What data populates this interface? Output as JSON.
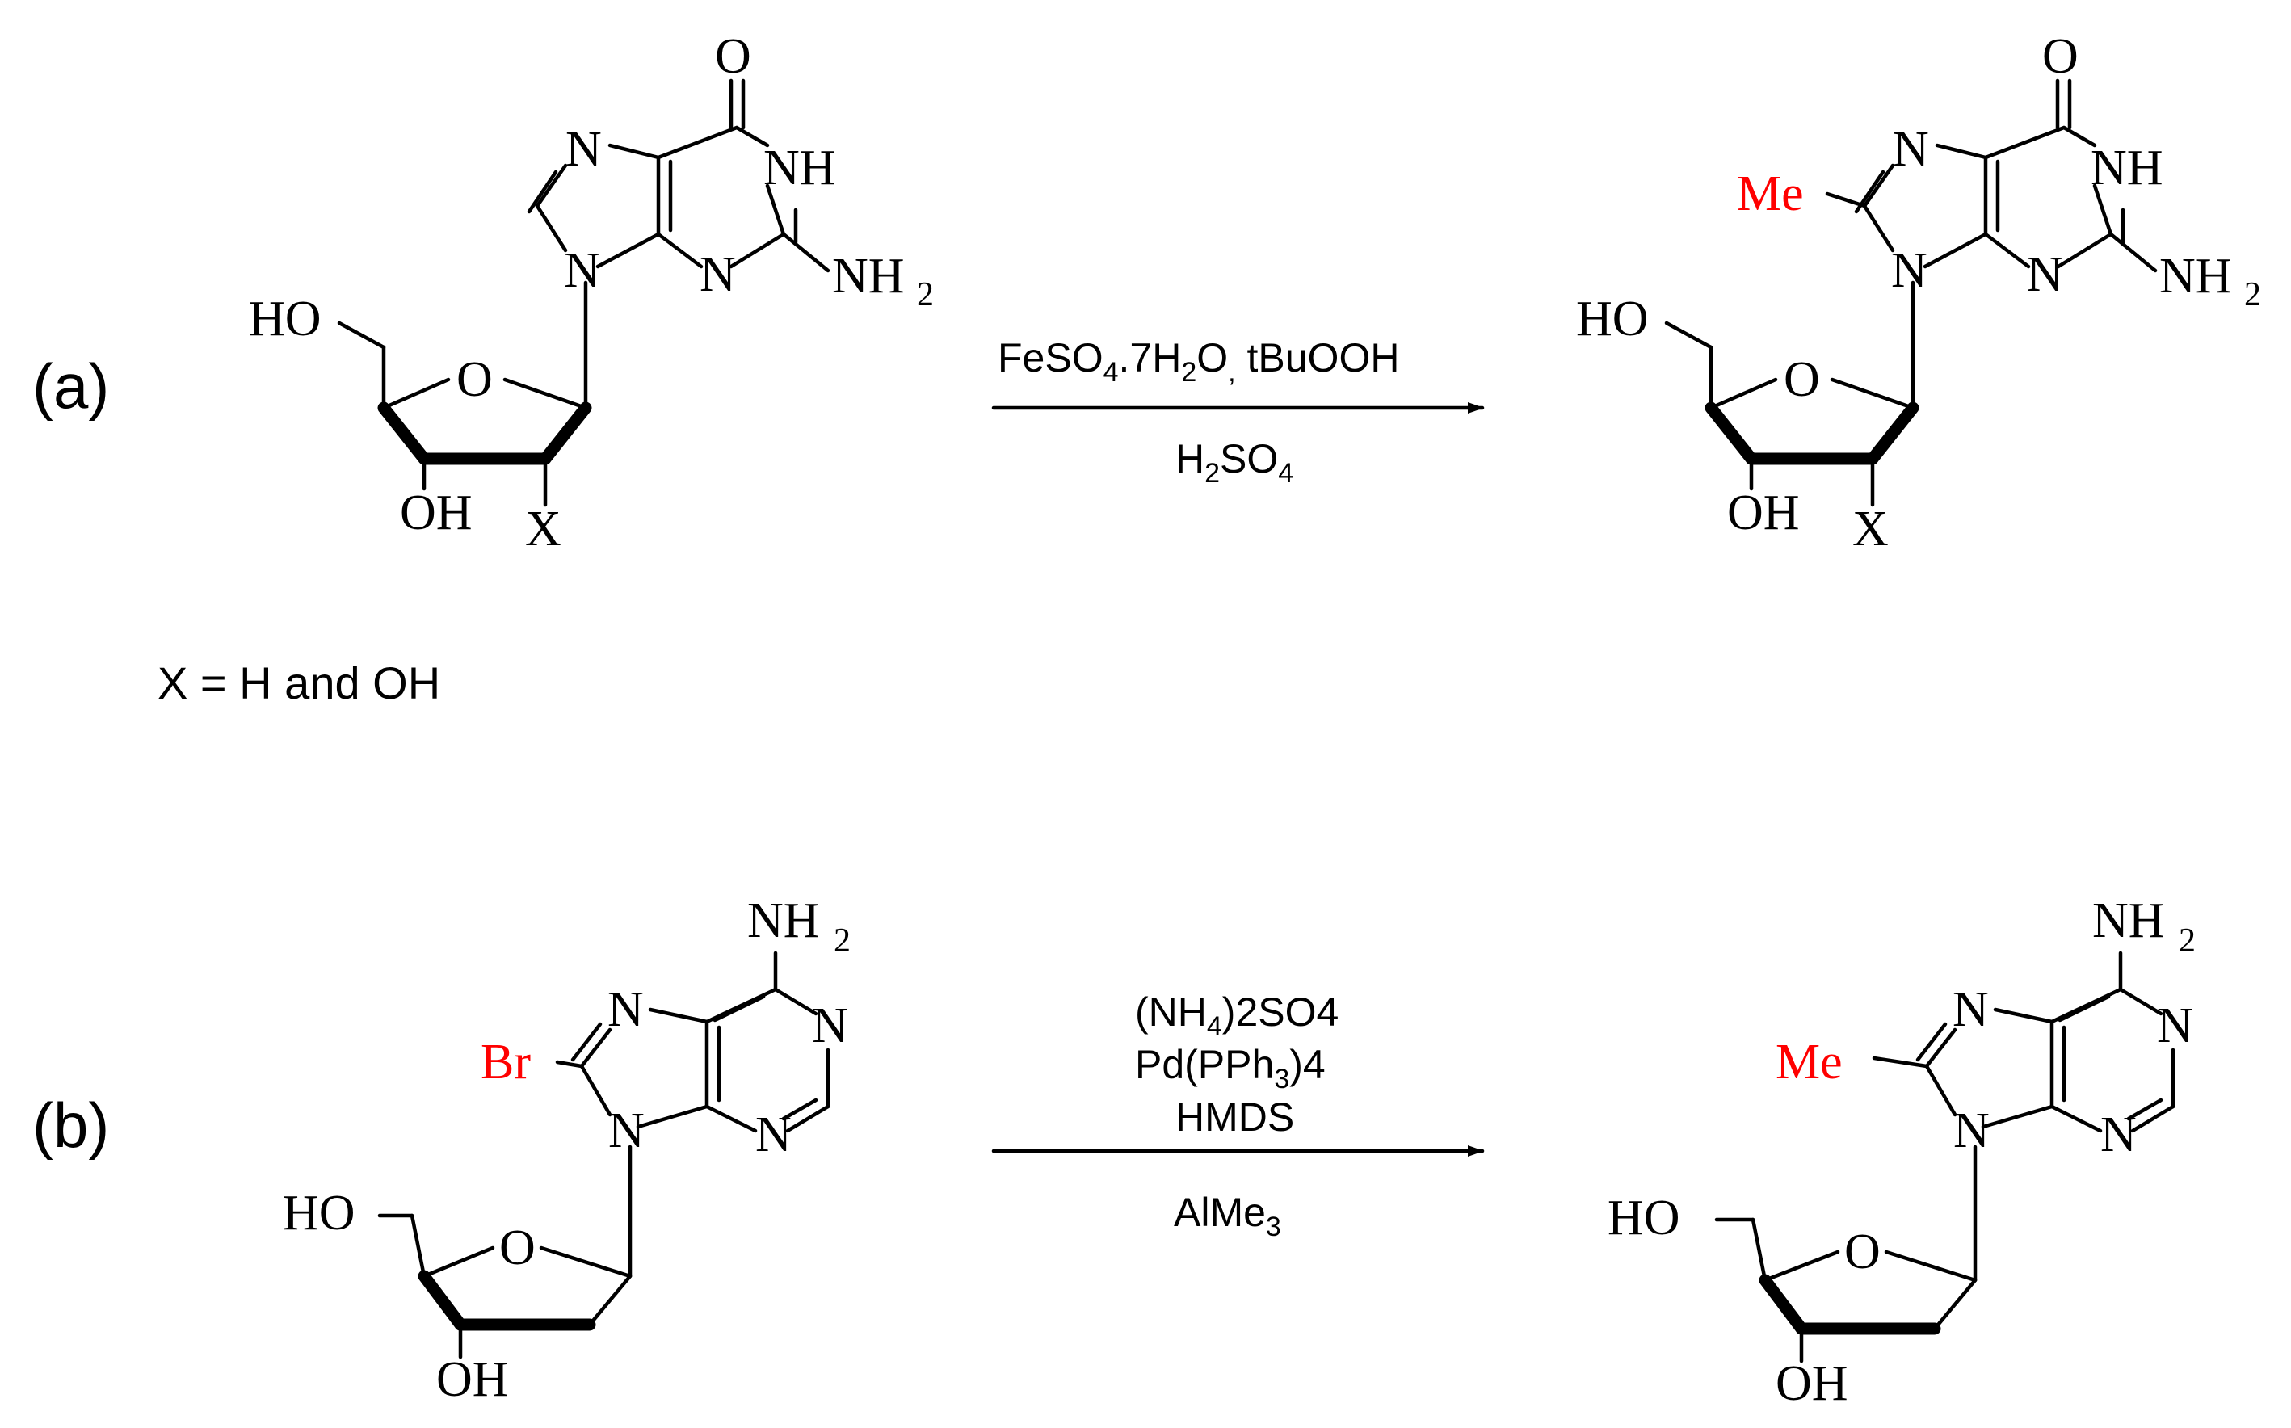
{
  "panels": [
    {
      "label": "(a)",
      "conditions_above": "FeSO4.7H2O, tBuOOH",
      "conditions_below": "H2SO4",
      "note": "X = H and OH",
      "substrate": "8-H guanine nucleoside (X = H or OH)",
      "product": "8-Me guanine nucleoside"
    },
    {
      "label": "(b)",
      "conditions_above": [
        "(NH4)2SO4",
        "Pd(PPh3)4",
        "HMDS"
      ],
      "conditions_below": "AlMe3",
      "substrate": "8-Br-2'-deoxyadenosine",
      "product": "8-Me-2'-deoxyadenosine"
    }
  ],
  "atoms": {
    "O": "O",
    "N": "N",
    "NH": "NH",
    "NH2": "NH",
    "sub2": "2",
    "sub3": "3",
    "sub4": "4",
    "HO": "HO",
    "OH": "OH",
    "X": "X",
    "Me": "Me",
    "Br": "Br"
  },
  "colors": {
    "highlight": "#ff0000",
    "ink": "#000000"
  }
}
